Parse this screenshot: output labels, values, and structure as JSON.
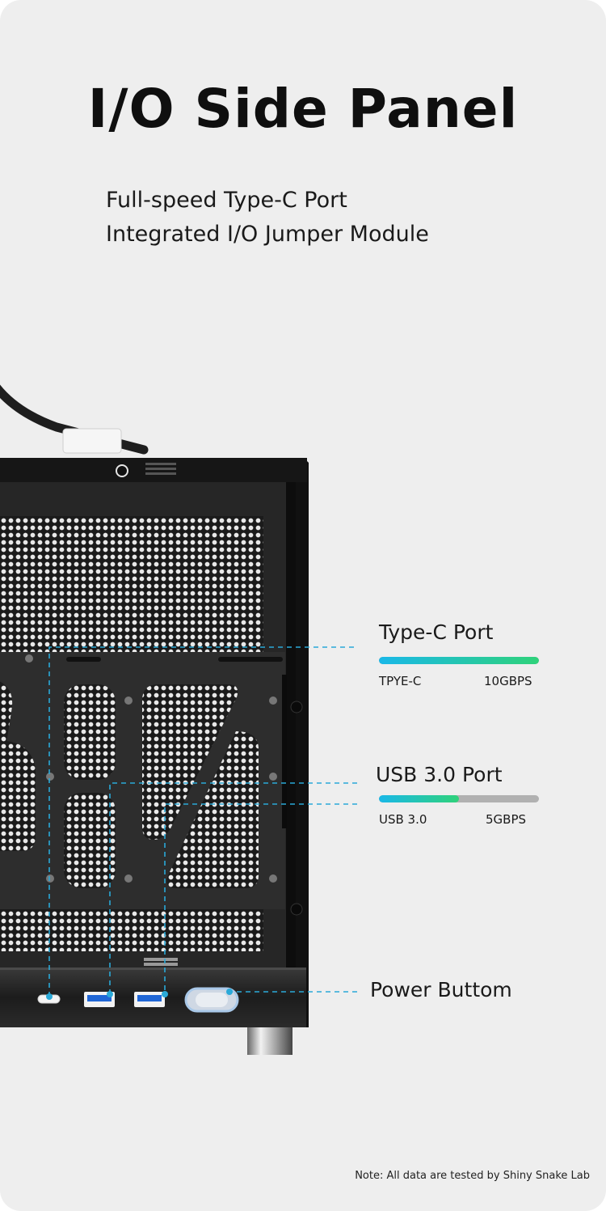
{
  "header": {
    "title": "I/O Side Panel",
    "subtitle_lines": [
      "Full-speed Type-C Port",
      "Integrated I/O Jumper Module"
    ]
  },
  "callouts": {
    "typec": {
      "title": "Type-C Port",
      "spec_left": "TPYE-C",
      "spec_right": "10GBPS",
      "bar_fill_fraction": 1.0
    },
    "usb": {
      "title": "USB 3.0 Port",
      "spec_left": "USB 3.0",
      "spec_right": "5GBPS",
      "bar_fill_fraction": 0.5
    },
    "power": {
      "title": "Power Buttom"
    }
  },
  "footer": {
    "note": "Note: All data are tested by Shiny Snake Lab"
  },
  "colors": {
    "background": "#eeeeee",
    "accent_line": "#2aa9d8",
    "bar_gradient_start": "#1ab8e8",
    "bar_gradient_end": "#2fd27a",
    "bar_track": "#b1b1b1"
  }
}
